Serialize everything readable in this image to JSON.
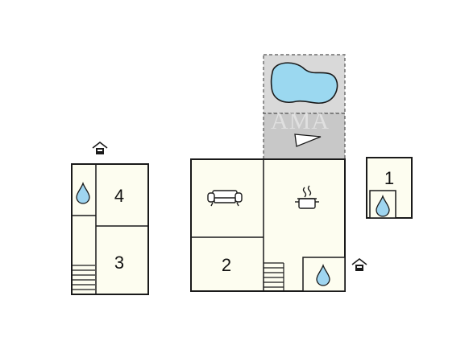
{
  "rooms": {
    "room_1": "1",
    "room_2": "2",
    "room_3": "3",
    "room_4": "4"
  },
  "watermark": "AMA",
  "icons": {
    "entrance": "house-entrance-icon",
    "bathroom": "water-drop-icon",
    "living": "sofa-icon",
    "kitchen": "cooking-pot-icon",
    "stairs": "stairs-icon",
    "pool": "swimming-pool",
    "terrace": "terrace-sun-lounger-icon"
  },
  "colors": {
    "floor": "#fdfdf0",
    "wall": "#1a1a1a",
    "terrace": "#d4d4d4",
    "pool": "#9bd8f0",
    "water_drop": "#9fd5f0"
  }
}
